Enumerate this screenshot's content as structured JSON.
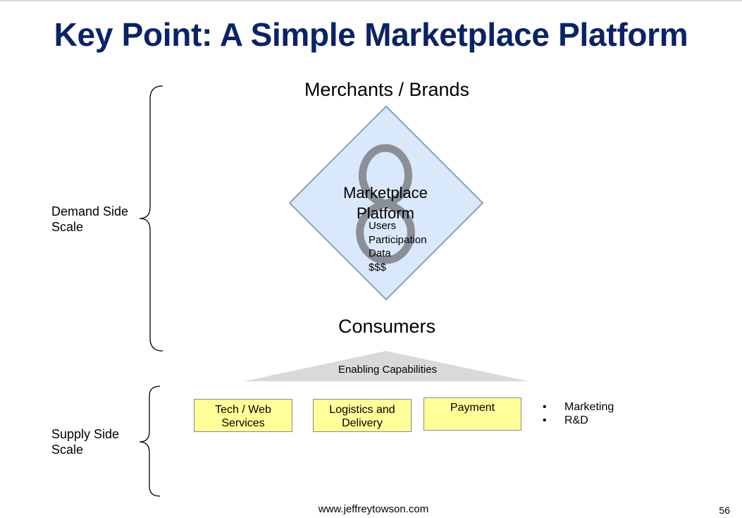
{
  "slide": {
    "title": "Key Point: A Simple Marketplace Platform",
    "footer_url": "www.jeffreytowson.com",
    "page_number": "56"
  },
  "diagram": {
    "top_node": "Merchants / Brands",
    "bottom_node": "Consumers",
    "platform": {
      "line1": "Marketplace",
      "line2": "Platform",
      "values": [
        "Users",
        "Participation",
        "Data",
        "$$$"
      ]
    },
    "demand_side": {
      "line1": "Demand Side",
      "line2": "Scale"
    },
    "supply_side": {
      "line1": "Supply Side",
      "line2": "Scale"
    },
    "enabling_capabilities": "Enabling Capabilities",
    "capabilities": [
      {
        "line1": "Tech / Web",
        "line2": "Services"
      },
      {
        "line1": "Logistics and",
        "line2": "Delivery"
      },
      {
        "line1": "Payment"
      }
    ],
    "other_capabilities": [
      "Marketing",
      "R&D"
    ],
    "colors": {
      "title": "#0b2366",
      "platform_fill": "#dae8fb",
      "platform_border": "#8c9db8",
      "loop": "#8a8f98",
      "capability_fill": "#ffff99",
      "triangle": "#d9d9d9"
    }
  }
}
